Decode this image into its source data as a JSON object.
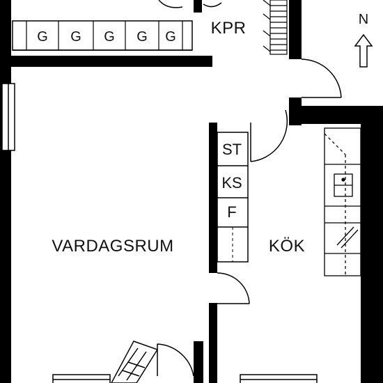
{
  "rooms": {
    "living_room": "VARDAGSRUM",
    "kitchen": "KÖK",
    "closet": "KPR"
  },
  "fixtures": {
    "stove": "ST",
    "fridge": "KS",
    "freezer": "F"
  },
  "wardrobe_labels": [
    "G",
    "G",
    "G",
    "G",
    "G"
  ],
  "north_indicator": "N",
  "colors": {
    "wall": "#000000",
    "line": "#222222",
    "background": "#ffffff"
  }
}
